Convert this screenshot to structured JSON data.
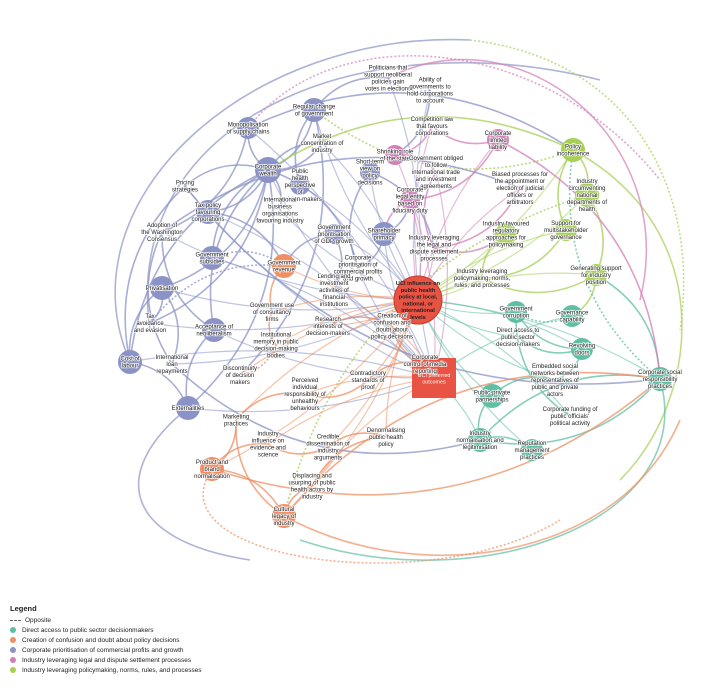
{
  "colors": {
    "direct": "#5fbfa4",
    "confusion": "#ef8f63",
    "corporate": "#8b93c6",
    "legal": "#d27fb9",
    "policy": "#a6cf54",
    "center": "#e95343"
  },
  "center_label": "UCI influence on public health policy at local, national, or international levels",
  "outcomes_label": "UCI preferred outcomes",
  "nodes": [
    {
      "id": "n1",
      "label": "Monopolisation of supply chains",
      "category": "corporate"
    },
    {
      "id": "n2",
      "label": "Regular change of government",
      "category": "corporate"
    },
    {
      "id": "n3",
      "label": "Politicians that support neoliberal policies gain votes in elections",
      "category": "corporate"
    },
    {
      "id": "n4",
      "label": "Ability of governments to hold corporations to account",
      "category": "corporate"
    },
    {
      "id": "n5",
      "label": "Market concentration of industry",
      "category": "corporate"
    },
    {
      "id": "n6",
      "label": "Competition law that favours corporations",
      "category": "legal"
    },
    {
      "id": "n7",
      "label": "Shrinking role of the state",
      "category": "legal"
    },
    {
      "id": "n8",
      "label": "Corporate limited liability",
      "category": "legal"
    },
    {
      "id": "n9",
      "label": "Policy incoherence",
      "category": "policy"
    },
    {
      "id": "n10",
      "label": "Corporate wealth",
      "category": "corporate"
    },
    {
      "id": "n11",
      "label": "Public health perspective of decision-makers",
      "category": "corporate"
    },
    {
      "id": "n12",
      "label": "Short-term view on policy decisions",
      "category": "corporate"
    },
    {
      "id": "n13",
      "label": "Government obliged to follow international trade and investment agreements",
      "category": "legal"
    },
    {
      "id": "n14",
      "label": "Biased processes for the appointment or election of judicial officers or arbitrators",
      "category": "legal"
    },
    {
      "id": "n15",
      "label": "Industry circumventing national departments of health",
      "category": "policy"
    },
    {
      "id": "n16",
      "label": "Pricing strategies",
      "category": "corporate"
    },
    {
      "id": "n17",
      "label": "Corporate legal entity based on fiduciary duty",
      "category": "legal"
    },
    {
      "id": "n18",
      "label": "International business organisations favouring industry",
      "category": "corporate"
    },
    {
      "id": "n19",
      "label": "Tax policy favouring corporations",
      "category": "corporate"
    },
    {
      "id": "n20",
      "label": "Adoption of the Washington Consensus",
      "category": "corporate"
    },
    {
      "id": "n21",
      "label": "Government prioritisation of GDP growth",
      "category": "corporate"
    },
    {
      "id": "n22",
      "label": "Shareholder primacy",
      "category": "corporate"
    },
    {
      "id": "n23",
      "label": "Industry favoured regulatory approaches for policymaking",
      "category": "policy"
    },
    {
      "id": "n24",
      "label": "Support for multistakeholder governance",
      "category": "policy"
    },
    {
      "id": "n25",
      "label": "Government subsidies",
      "category": "corporate"
    },
    {
      "id": "n26",
      "label": "Government revenue",
      "category": "confusion"
    },
    {
      "id": "n27",
      "label": "Industry leveraging the legal and dispute settlement processes",
      "category": "legal"
    },
    {
      "id": "n28",
      "label": "Corporate prioritisation of commercial profits and growth",
      "category": "corporate"
    },
    {
      "id": "n29",
      "label": "Industry leveraging policymaking, norms, rules, and processes",
      "category": "policy"
    },
    {
      "id": "n30",
      "label": "Generating support for industry position",
      "category": "policy"
    },
    {
      "id": "n31",
      "label": "Lending and investment activities of financial institutions",
      "category": "corporate"
    },
    {
      "id": "n32",
      "label": "Privatisation",
      "category": "corporate"
    },
    {
      "id": "n33",
      "label": "Government corruption",
      "category": "direct"
    },
    {
      "id": "n34",
      "label": "Governance capability",
      "category": "direct"
    },
    {
      "id": "n35",
      "label": "Government use of consultancy firms",
      "category": "confusion"
    },
    {
      "id": "n36",
      "label": "Research interests of decision-makers",
      "category": "confusion"
    },
    {
      "id": "n37",
      "label": "Creation of confusion and doubt about policy decisions",
      "category": "confusion"
    },
    {
      "id": "n38",
      "label": "Tax avoidance and evasion",
      "category": "corporate"
    },
    {
      "id": "n39",
      "label": "Direct access to public sector decision-makers",
      "category": "direct"
    },
    {
      "id": "n40",
      "label": "Acceptance of neoliberalism",
      "category": "corporate"
    },
    {
      "id": "n41",
      "label": "Institutional memory in public decision-making bodies",
      "category": "confusion"
    },
    {
      "id": "n42",
      "label": "Revolving doors",
      "category": "direct"
    },
    {
      "id": "n43",
      "label": "Cost of labour",
      "category": "corporate"
    },
    {
      "id": "n44",
      "label": "International loan repayments",
      "category": "corporate"
    },
    {
      "id": "n45",
      "label": "Discontinuity of decision makers",
      "category": "confusion"
    },
    {
      "id": "n46",
      "label": "Corporate control of media reporting",
      "category": "confusion"
    },
    {
      "id": "n47",
      "label": "Embedded social networks between representatives of public and private actors",
      "category": "direct"
    },
    {
      "id": "n48",
      "label": "Contradictory standards of proof",
      "category": "confusion"
    },
    {
      "id": "n49",
      "label": "Perceived individual responsibility of unhealthy behaviours",
      "category": "confusion"
    },
    {
      "id": "n50",
      "label": "Corporate social responsibility practices",
      "category": "direct"
    },
    {
      "id": "n51",
      "label": "Public-private partnerships",
      "category": "direct"
    },
    {
      "id": "n52",
      "label": "Externalities",
      "category": "corporate"
    },
    {
      "id": "n53",
      "label": "Marketing practices",
      "category": "confusion"
    },
    {
      "id": "n54",
      "label": "Corporate funding of public officials' political activity",
      "category": "direct"
    },
    {
      "id": "n55",
      "label": "Industry influence on evidence and science",
      "category": "confusion"
    },
    {
      "id": "n56",
      "label": "Credible dissemination of industry arguments",
      "category": "confusion"
    },
    {
      "id": "n57",
      "label": "Denormalising public health policy",
      "category": "confusion"
    },
    {
      "id": "n58",
      "label": "Industry normalisation and legitimisation",
      "category": "direct"
    },
    {
      "id": "n59",
      "label": "Reputation management practices",
      "category": "direct"
    },
    {
      "id": "n60",
      "label": "Product and brand normalisation",
      "category": "confusion"
    },
    {
      "id": "n61",
      "label": "Displacing and usurping of public health actors by industry",
      "category": "confusion"
    },
    {
      "id": "n62",
      "label": "Cultural legacy of industry",
      "category": "confusion"
    }
  ],
  "legend": {
    "title": "Legend",
    "opposite_label": "Opposite",
    "items": [
      {
        "label": "Direct access to public sector decisionmakers",
        "color": "#5fbfa4"
      },
      {
        "label": "Creation of confusion and doubt about policy decisions",
        "color": "#ef8f63"
      },
      {
        "label": "Corporate prioritisation of commercial profits and growth",
        "color": "#8b93c6"
      },
      {
        "label": "Industry leveraging legal and dispute settlement processes",
        "color": "#d27fb9"
      },
      {
        "label": "Industry leveraging policymaking, norms, rules, and processes",
        "color": "#a6cf54"
      }
    ]
  }
}
